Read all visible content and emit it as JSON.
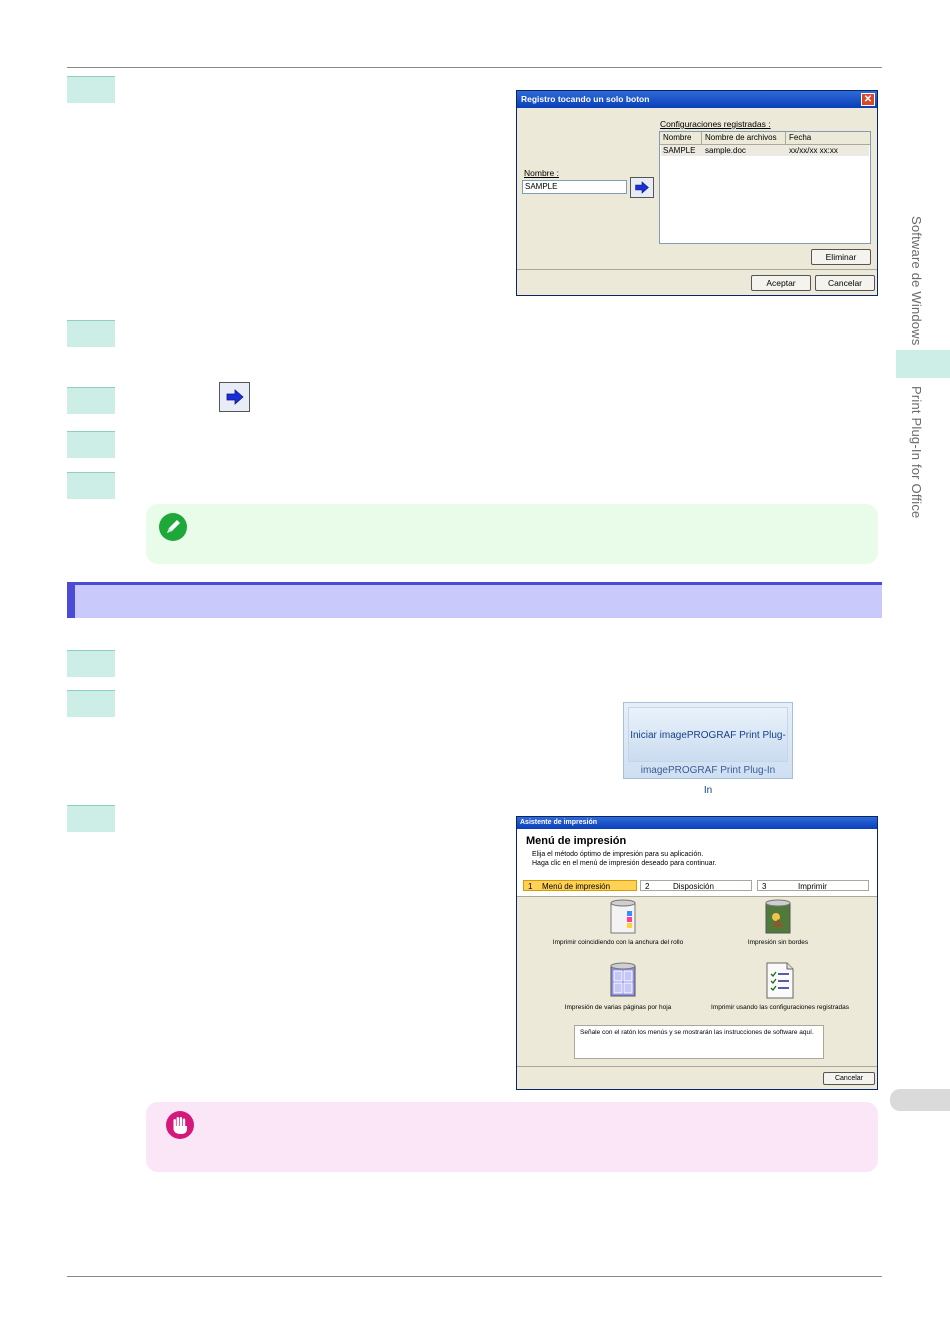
{
  "side": {
    "tab1": "Software de Windows",
    "tab2": "Print Plug-In for Office"
  },
  "dialog1": {
    "title": "Registro tocando un solo boton",
    "registered_label": "Configuraciones registradas :",
    "columns": [
      "Nombre",
      "Nombre de archivos",
      "Fecha"
    ],
    "row": [
      "SAMPLE",
      "sample.doc",
      "xx/xx/xx xx:xx"
    ],
    "name_label": "Nombre :",
    "name_value": "SAMPLE",
    "delete_button": "Eliminar",
    "accept_button": "Aceptar",
    "cancel_button": "Cancelar"
  },
  "ribbon": {
    "button_label": "Iniciar imagePROGRAF Print Plug-In",
    "group_label": "imagePROGRAF Print Plug-In"
  },
  "wizard": {
    "title": "Asistente de impresión",
    "heading": "Menú de impresión",
    "sub1": "Elija el método óptimo de impresión para su aplicación.",
    "sub2": "Haga clic en el menú de impresión deseado para continuar.",
    "steps": [
      {
        "num": "1",
        "label": "Menú de impresión"
      },
      {
        "num": "2",
        "label": "Disposición"
      },
      {
        "num": "3",
        "label": "Imprimir"
      }
    ],
    "options": [
      "Imprimir coincidiendo con la anchura del rollo",
      "Impresión sin bordes",
      "Impresión de varias páginas por hoja",
      "Imprimir usando las configuraciones registradas"
    ],
    "info_text": "Señale con el ratón los menús y se mostrarán las instrucciones de software aquí.",
    "cancel_button": "Cancelar"
  },
  "colors": {
    "step_tab": "#cdeee6",
    "note_bg": "#e9fbe9",
    "important_bg": "#fbe6f8",
    "section_bar": "#c9c9fb",
    "section_accent": "#4b4bd6"
  }
}
